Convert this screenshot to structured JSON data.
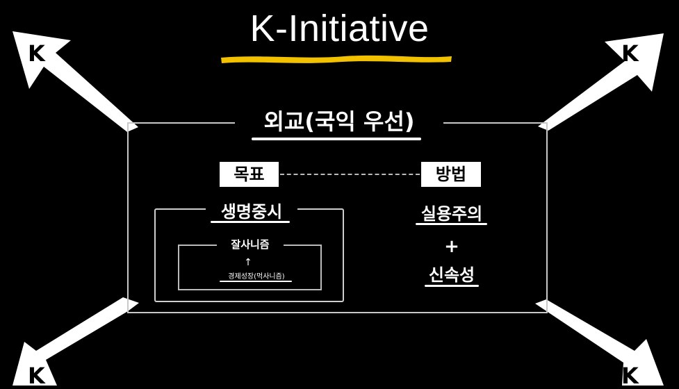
{
  "title": "K-Initiative",
  "corner_label": "K",
  "colors": {
    "background": "#000000",
    "highlight": "#f2c200",
    "text": "#ffffff",
    "arrow_fill": "#ffffff"
  },
  "diagram": {
    "header": "외교(국익 우선)",
    "goal": {
      "label": "목표",
      "main": "생명중시",
      "sub": "잘사니즘",
      "arrow": "↑",
      "base": "경제성장(먹사니즘)"
    },
    "method": {
      "label": "방법",
      "items": [
        "실용주의",
        "+",
        "신속성"
      ]
    }
  }
}
